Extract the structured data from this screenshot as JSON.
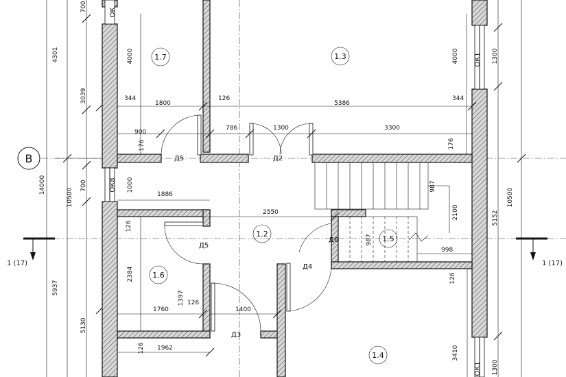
{
  "axis": {
    "label": "B"
  },
  "rooms": {
    "r17": "1.7",
    "r13": "1.3",
    "r12": "1.2",
    "r15": "1.5",
    "r16": "1.6",
    "r14": "1.4"
  },
  "doors": {
    "d5_top": "Д5",
    "d2": "Д2",
    "d5_mid": "Д5",
    "d6": "Д6",
    "d4": "Д4",
    "d3": "Д3"
  },
  "windows": {
    "ok_top_left": "ОК",
    "ok8": "ОК8",
    "ok1_right": "ОК1",
    "ok1_bottom": "ОК1"
  },
  "section": {
    "left": "1 (17)",
    "right": "1 (17)"
  },
  "dims": {
    "v700_top": "700",
    "v4301": "4301",
    "v3039": "3039",
    "v14000": "14000",
    "v10500_left": "10500",
    "v700_mid": "700",
    "v5937": "5937",
    "v5130": "5130",
    "v4000_left": "4000",
    "v4000_right": "4000",
    "v1300_top": "1300",
    "v10500_right": "10500",
    "v5152": "5152",
    "v1300_bottom": "1300",
    "v3410": "3410",
    "v176_left": "176",
    "v176_right": "176",
    "v1000": "1000",
    "v126_a": "126",
    "v2384": "2384",
    "v1397": "1397",
    "v126_b": "126",
    "v126_c": "126",
    "v987_a": "987",
    "v2100": "2100",
    "v987_b": "987",
    "h344_left": "344",
    "h1800": "1800",
    "h126_top": "126",
    "h5386": "5386",
    "h344_right": "344",
    "h900": "900",
    "h786": "786",
    "h1300": "1300",
    "h3300": "3300",
    "h1886": "1886",
    "h2550": "2550",
    "h998": "998",
    "h126_mid": "126",
    "h1760": "1760",
    "h1400": "1400",
    "h1962": "1962"
  }
}
